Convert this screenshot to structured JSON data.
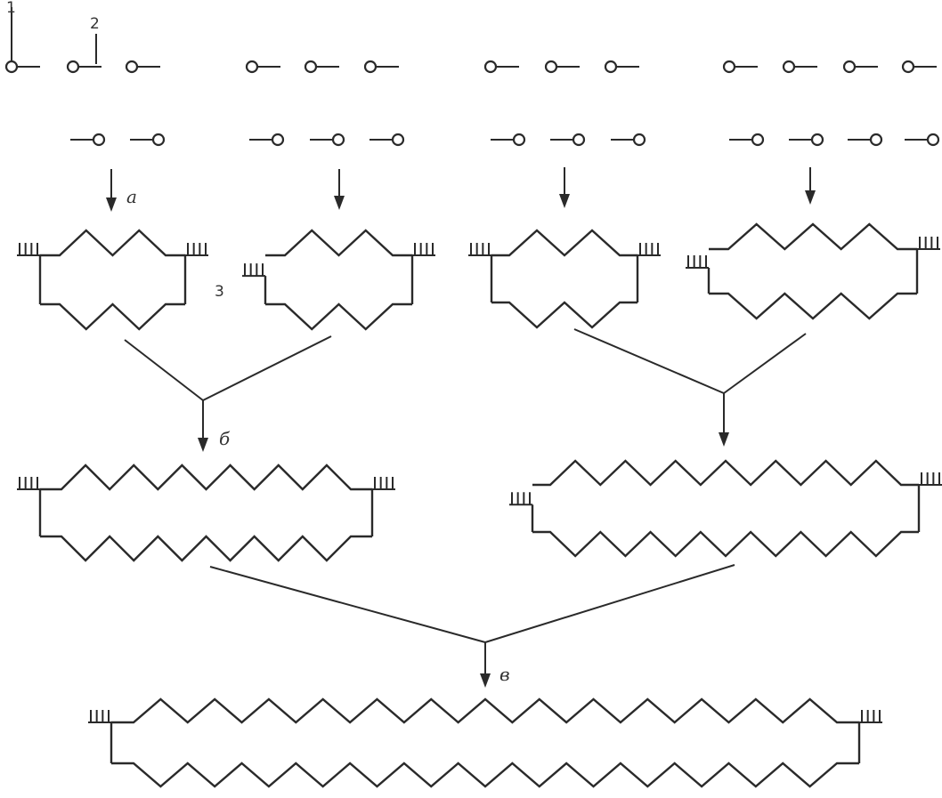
{
  "labels": {
    "step_a": "а",
    "step_b": "б",
    "step_c": "в",
    "num_1": "1",
    "num_2": "2",
    "num_3": "3"
  }
}
